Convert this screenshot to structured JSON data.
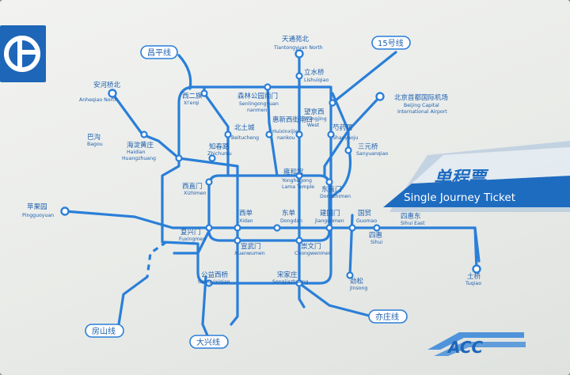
{
  "ticket": {
    "title_zh": "单程票",
    "title_en": "Single Journey Ticket",
    "issuer_mark": "ACC"
  },
  "line_tags": {
    "changping": "昌平线",
    "line15": "15号线",
    "fangshan": "房山线",
    "daxing": "大兴线",
    "yizhuang": "亦庄线"
  },
  "stations": {
    "anheqiao": {
      "zh": "安河桥北",
      "en": "Anheqiao North"
    },
    "tiantongyuan": {
      "zh": "天通苑北",
      "en": "Tiantongyuan North"
    },
    "lishuiqiao": {
      "zh": "立水桥",
      "en": "Lishuiqiao"
    },
    "xierqi": {
      "zh": "西二旗",
      "en": "Xi'erqi"
    },
    "senlin": {
      "zh": "森林公园南门",
      "en": "Senlingongyuan",
      "en2": "nanmen"
    },
    "wangjingxi": {
      "zh": "望京西",
      "en": "Wangjing",
      "en2": "West"
    },
    "airport": {
      "zh": "北京首都国际机场",
      "en": "Beijing Capital",
      "en2": "International Airport"
    },
    "bagou": {
      "zh": "巴沟",
      "en": "Bagou"
    },
    "beitucheng": {
      "zh": "北土城",
      "en": "Beitucheng"
    },
    "huixinxijie": {
      "zh": "惠新西街南口",
      "en": "Huixinxijie",
      "en2": "nankou"
    },
    "shaoyaoju": {
      "zh": "芍药居",
      "en": "Shaoyaoju"
    },
    "haidian": {
      "zh": "海淀黄庄",
      "en": "Haidian",
      "en2": "Huangzhuang"
    },
    "zhichunlu": {
      "zh": "知春路",
      "en": "Zhichunlu"
    },
    "sanyuanqiao": {
      "zh": "三元桥",
      "en": "Sanyuanqiao"
    },
    "yonghegong": {
      "zh": "雍和宫",
      "en": "Yonghegong",
      "en2": "Lama Temple"
    },
    "xizhimen": {
      "zh": "西直门",
      "en": "Xizhimen"
    },
    "dongzhimen": {
      "zh": "东直门",
      "en": "Dongzhimen"
    },
    "pingguoyuan": {
      "zh": "苹果园",
      "en": "Pingguoyuan"
    },
    "xidan": {
      "zh": "西单",
      "en": "Xidan"
    },
    "dongdan": {
      "zh": "东单",
      "en": "Dongdan"
    },
    "jianguomen": {
      "zh": "建国门",
      "en": "Jianguomen"
    },
    "guomao": {
      "zh": "国贸",
      "en": "Guomao"
    },
    "sihuidong": {
      "zh": "四惠东",
      "en": "Sihui East"
    },
    "fuxingmen": {
      "zh": "复兴门",
      "en": "Fuxingmen"
    },
    "sihui": {
      "zh": "四惠",
      "en": "Sihui"
    },
    "xuanwumen": {
      "zh": "宣武门",
      "en": "Xuanwumen"
    },
    "chongwenmen": {
      "zh": "崇文门",
      "en": "Chongwenmen"
    },
    "gongyixiqiao": {
      "zh": "公益西桥",
      "en": "Gongyixiqiao"
    },
    "songjiazhuang": {
      "zh": "宋家庄",
      "en": "Songjiazhuang"
    },
    "jinsong": {
      "zh": "劲松",
      "en": "Jinsong"
    },
    "tuqiao": {
      "zh": "土桥",
      "en": "Tuqiao"
    }
  },
  "colors": {
    "line": "#2a7fd8",
    "text": "#1d5fae",
    "banner": "#1e6cc0",
    "card": "#eceeeb"
  }
}
